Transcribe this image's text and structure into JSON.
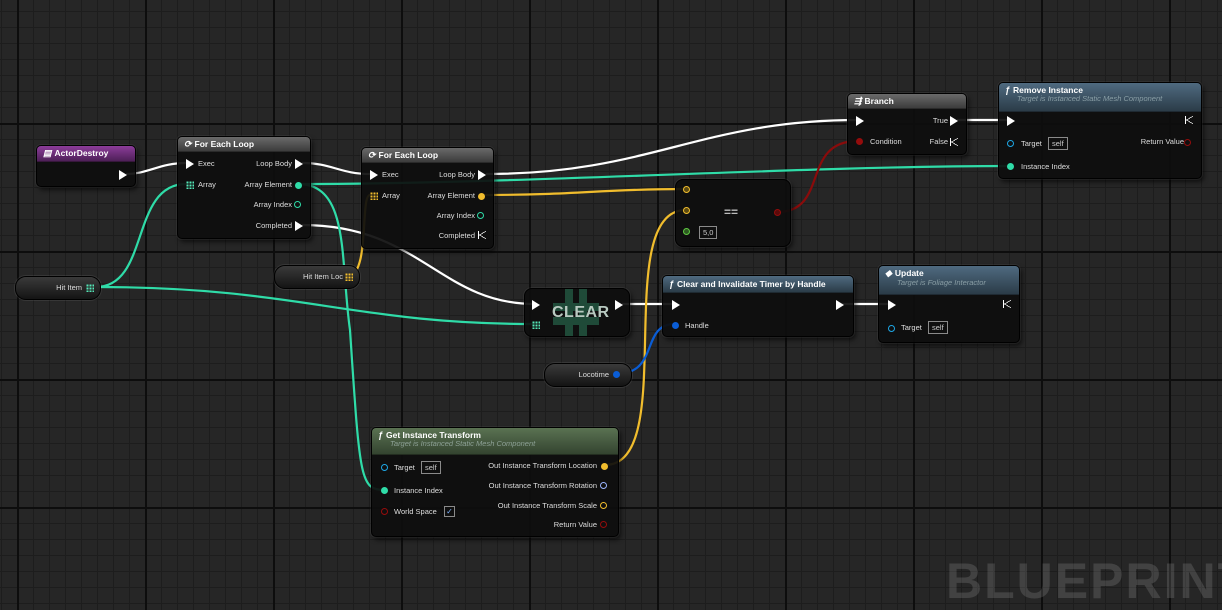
{
  "graph": {
    "watermark": "BLUEPRINT"
  },
  "nodes": {
    "actor_destroy": {
      "title": "ActorDestroy"
    },
    "foreach1": {
      "title": "For Each Loop",
      "exec": "Exec",
      "array": "Array",
      "loop_body": "Loop Body",
      "array_element": "Array Element",
      "array_index": "Array Index",
      "completed": "Completed"
    },
    "foreach2": {
      "title": "For Each Loop",
      "exec": "Exec",
      "array": "Array",
      "loop_body": "Loop Body",
      "array_element": "Array Element",
      "array_index": "Array Index",
      "completed": "Completed"
    },
    "branch": {
      "title": "Branch",
      "condition": "Condition",
      "true": "True",
      "false": "False"
    },
    "remove_instance": {
      "title": "Remove Instance",
      "subtitle": "Target is Instanced Static Mesh Component",
      "target": "Target",
      "target_value": "self",
      "instance_index": "Instance Index",
      "return_value": "Return Value"
    },
    "equals": {
      "symbol": "==",
      "value": "5,0"
    },
    "clear": {
      "label": "CLEAR"
    },
    "clear_timer": {
      "title": "Clear and Invalidate Timer by Handle",
      "handle": "Handle"
    },
    "update": {
      "title": "Update",
      "subtitle": "Target is Foliage Interactor",
      "target": "Target",
      "target_value": "self"
    },
    "get_transform": {
      "title": "Get Instance Transform",
      "subtitle": "Target is Instanced Static Mesh Component",
      "target": "Target",
      "target_value": "self",
      "instance_index": "Instance Index",
      "world_space": "World Space",
      "out_location": "Out Instance Transform Location",
      "out_rotation": "Out Instance Transform Rotation",
      "out_scale": "Out Instance Transform Scale",
      "return_value": "Return Value"
    },
    "hit_item": {
      "label": "Hit Item"
    },
    "hit_item_loc": {
      "label": "Hit Item Loc"
    },
    "locotime": {
      "label": "Locotime"
    }
  },
  "colors": {
    "exec": "#ffffff",
    "int": "#2fdca8",
    "vector": "#f1bd2d",
    "bool": "#950c0c",
    "object": "#1ea7e6",
    "struct": "#0a5dd6",
    "float": "#5fc943"
  }
}
